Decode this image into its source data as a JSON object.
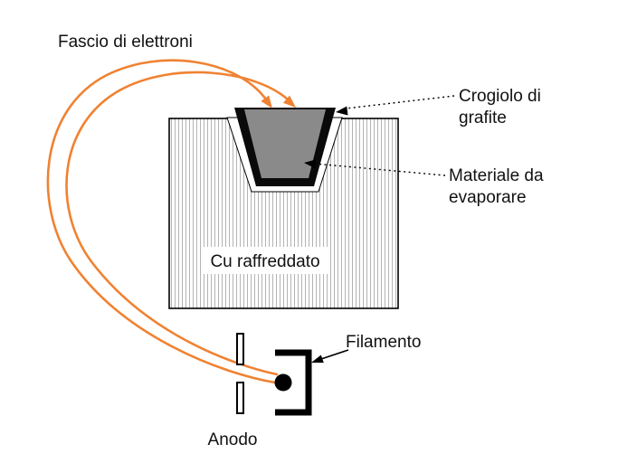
{
  "labels": {
    "electron_beam": "Fascio di elettroni",
    "crucible": {
      "line1": "Crogiolo di",
      "line2": "grafite"
    },
    "material": {
      "line1": "Materiale da",
      "line2": "evaporare"
    },
    "copper_block": "Cu raffreddato",
    "filament": "Filamento",
    "anode": "Anodo"
  },
  "colors": {
    "beam": "#f08232",
    "material-fill": "#8a8a8a",
    "crucible-fill": "#0a0a0a",
    "hatch-line": "#b3b3b3",
    "outline": "#000000"
  }
}
